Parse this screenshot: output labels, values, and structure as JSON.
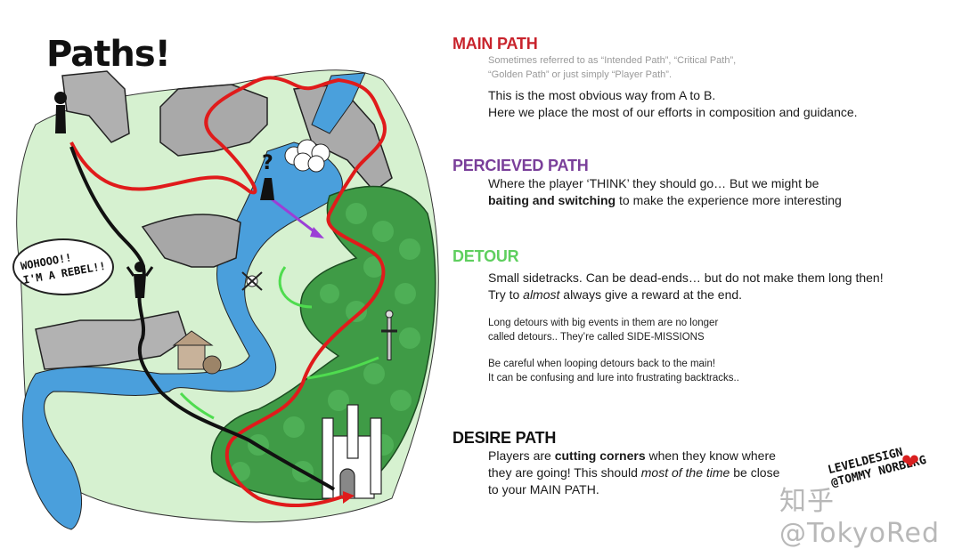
{
  "illustration": {
    "title": "Paths!",
    "speech_bubble": [
      "WOHOOO!!",
      "I'M A REBEL!!"
    ],
    "elements": [
      "start-character",
      "confused-character",
      "rebel-character",
      "waterfall",
      "river",
      "lake",
      "cliffs",
      "forest",
      "watermill",
      "skull-and-crossbones",
      "sword-reward",
      "castle-goal"
    ],
    "colors": {
      "main_path": "#e01b1b",
      "perceived_path": "#9b3fd6",
      "detour": "#4fdc4f",
      "desire_path": "#111111",
      "water": "#4a9fdc",
      "grass": "#d4f0cf",
      "forest": "#3f9b46",
      "cliff": "#a8a8a8"
    }
  },
  "sections": {
    "main_path": {
      "heading": "MAIN PATH",
      "color": "#c8232c",
      "note_line1": "Sometimes referred to as “Intended Path”, “Critical Path”,",
      "note_line2": "“Golden Path” or just simply “Player Path”.",
      "line1": "This is the most obvious way from A to B.",
      "line2": "Here we place the most of our efforts in composition and guidance."
    },
    "perceived_path": {
      "heading": "PERCIEVED PATH",
      "color": "#7a3f9a",
      "line1": "Where the player ‘THINK’ they should go… But we might be",
      "line2_bold": "baiting and switching",
      "line2_rest": " to make the experience more interesting"
    },
    "detour": {
      "heading": "DETOUR",
      "color": "#5fcf5f",
      "line1": "Small sidetracks. Can be dead-ends… but do not make them long then!",
      "line2_a": "Try to ",
      "line2_italic": "almost",
      "line2_b": " always give a reward at the end.",
      "note1_line1": "Long detours with big events in them are no longer",
      "note1_line2": "called detours.. They’re called SIDE-MISSIONS",
      "note2_line1": "Be careful when looping detours back to the main!",
      "note2_line2": "It can be confusing and lure into frustrating backtracks.."
    },
    "desire_path": {
      "heading": "DESIRE PATH",
      "color": "#111111",
      "line1_a": "Players are ",
      "line1_bold": "cutting corners",
      "line1_b": " when they know where",
      "line2_a": "they are going! This should ",
      "line2_italic": "most of the time",
      "line2_b": " be close",
      "line3": "to your MAIN PATH."
    }
  },
  "signature": {
    "line1": "LEVELDESIGN",
    "line2": "@TOMMY NORBERG"
  },
  "watermark": "知乎 @TokyoRed"
}
